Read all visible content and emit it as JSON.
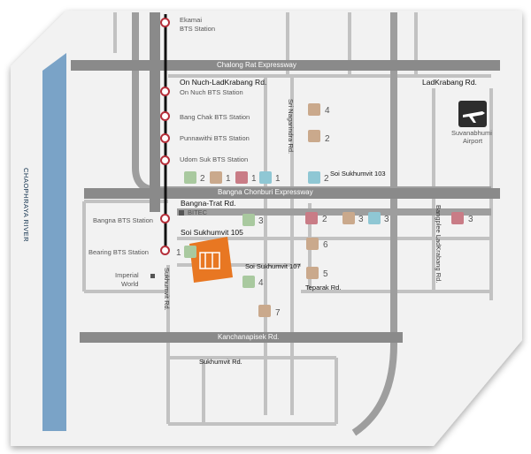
{
  "map": {
    "river": "CHAOPHRAYA RIVER",
    "roads": {
      "chalong": "Chalong Rat Expressway",
      "onnuch_lk": "On Nuch-LadKrabang Rd.",
      "ladkrabang": "LadKrabang Rd.",
      "bangna_chonburi": "Bangna Chonburi Expressway",
      "bangna_trat": "Bangna-Trat Rd.",
      "soi105": "Soi Sukhumvit 105",
      "soi107": "Soi Sukhumvit 107",
      "soi103": "Soi Sukhumvit 103",
      "teparak": "Teparak Rd.",
      "kanchana": "Kanchanapisek Rd.",
      "sukhumvit_h": "Sukhumvit Rd.",
      "sukhumvit_v": "Sukhumvit Rd.",
      "srinagarindra": "Sri Nagarindra Rd.",
      "bangplee": "Bangplee LadKrabang Rd."
    },
    "stations": {
      "ekamai_1": "Ekamai",
      "ekamai_2": "BTS Station",
      "onnuch": "On Nuch BTS Station",
      "bangchak": "Bang Chak BTS Station",
      "punnawithi": "Punnawithi  BTS Station",
      "udomsuk": "Udom Suk BTS Station",
      "bangna": "Bangna BTS Station",
      "bearing": "Bearing BTS Station"
    },
    "places": {
      "bitec": "BITEC",
      "imperial_1": "Imperial",
      "imperial_2": "World",
      "airport_1": "Suvanabhumi",
      "airport_2": "Airport"
    },
    "numbers": {
      "shop4": "4",
      "shop2": "2",
      "park2": "2",
      "shop1": "1",
      "hosp1": "1",
      "mall1": "1",
      "mall2": "2",
      "park3": "3",
      "hosp2": "2",
      "shop3": "3",
      "mall3": "3",
      "hosp3": "3",
      "shop6": "6",
      "shop5": "5",
      "park4": "4",
      "shop7": "7",
      "park1": "1"
    },
    "colors": {
      "road": "#b3b3b3",
      "expressway": "#8a8a8a",
      "river": "#7aa3c7",
      "project": "#e87722",
      "bts_line": "#111111"
    }
  }
}
